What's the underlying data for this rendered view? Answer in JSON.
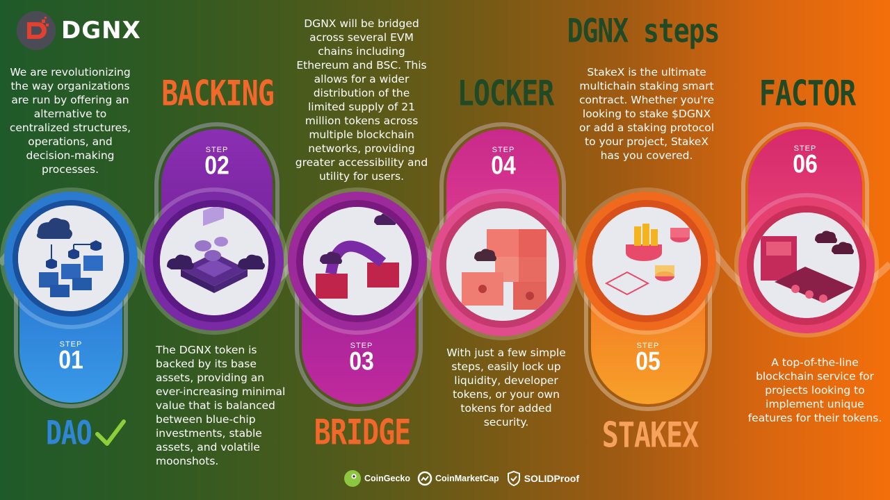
{
  "brand": {
    "name": "DGNX",
    "logo_icon": "dgnx-logo-icon"
  },
  "heading": "DGNX steps",
  "intro": "We are revolutionizing the way organizations are run by offering an alternative to centralized structures, operations, and decision-making processes.",
  "steps": [
    {
      "label": "STEP",
      "number": "01",
      "title": "DAO",
      "title_icon": "checkmark-icon",
      "title_color": "#2f86d6",
      "pill_color": "#2e86da",
      "ring_color": "#2a7bd0",
      "illustration": "dao-network-illustration"
    },
    {
      "label": "STEP",
      "number": "02",
      "title": "BACKING",
      "title_color": "#f2672a",
      "pill_color": "#8a2bb0",
      "ring_color": "#7b2aa6",
      "illustration": "backing-chip-illustration",
      "description": "The DGNX token is backed by its base assets, providing an ever-increasing minimal value that is balanced between blue-chip investments, stable assets, and volatile moonshots."
    },
    {
      "label": "STEP",
      "number": "03",
      "title": "BRIDGE",
      "title_color": "#f2672a",
      "pill_color": "#a5249a",
      "ring_color": "#9d2a9b",
      "illustration": "bridge-illustration",
      "description": "DGNX will be bridged across several EVM chains including Ethereum and BSC. This allows for a wider distribution of the limited supply of 21 million tokens across multiple blockchain networks, providing greater accessibility and utility for users."
    },
    {
      "label": "STEP",
      "number": "04",
      "title": "LOCKER",
      "title_color": "#1f4a25",
      "pill_color": "#d6338f",
      "ring_color": "#e04c8c",
      "illustration": "locker-vault-illustration",
      "description": "With just a few simple steps, easily lock up liquidity, developer tokens, or your own tokens for added security."
    },
    {
      "label": "STEP",
      "number": "05",
      "title": "STAKEX",
      "title_color": "#f7a25c",
      "pill_color": "#f28a18",
      "ring_color": "#ef6a1d",
      "illustration": "stakex-coins-illustration",
      "description": "StakeX is the ultimate multichain staking smart contract. Whether you're looking to stake $DGNX or add a staking protocol to your project, StakeX has you covered."
    },
    {
      "label": "STEP",
      "number": "06",
      "title": "FACTOR",
      "title_color": "#1f4a25",
      "pill_color": "#e0367a",
      "ring_color": "#e5406f",
      "illustration": "factory-conveyor-illustration",
      "description": "A top-of-the-line blockchain service for projects looking to implement unique features for their tokens."
    }
  ],
  "partners": [
    {
      "name": "CoinGecko",
      "icon": "coingecko-icon"
    },
    {
      "name": "CoinMarketCap",
      "icon": "coinmarketcap-icon"
    },
    {
      "name": "SOLIDProof",
      "icon": "solidproof-shield-icon"
    }
  ],
  "colors": {
    "heading": "#1f4a25",
    "bg_left": "#1f5a2a",
    "bg_right": "#f36f0b"
  }
}
